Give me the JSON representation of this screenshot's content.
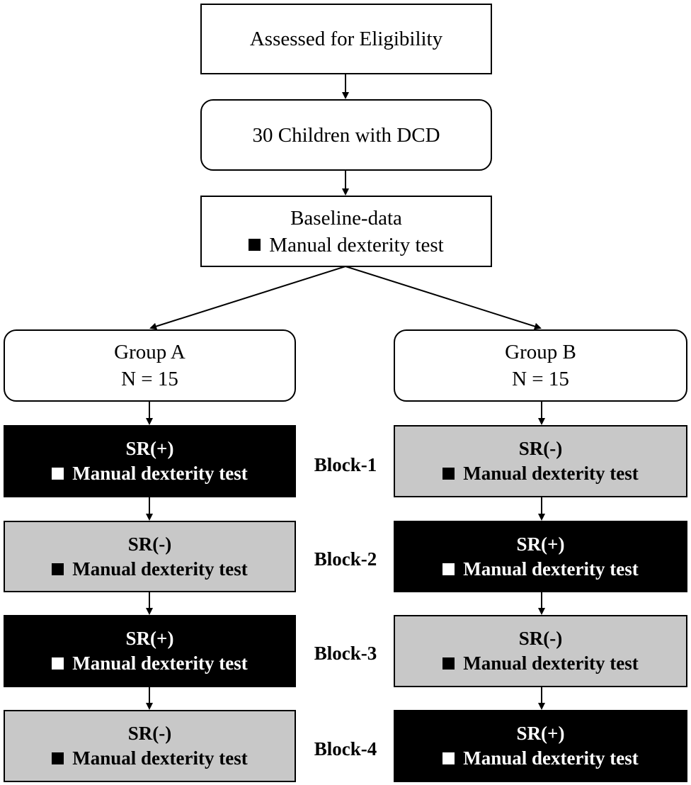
{
  "nodes": {
    "eligibility": "Assessed for Eligibility",
    "children": "30 Children with DCD",
    "baseline_title": "Baseline-data",
    "baseline_item": "Manual dexterity test",
    "group_a_title": "Group A",
    "group_a_n": "N = 15",
    "group_b_title": "Group B",
    "group_b_n": "N = 15"
  },
  "blocks": [
    {
      "label": "Block-1",
      "a_condition": "SR(+)",
      "b_condition": "SR(-)",
      "test": "Manual dexterity test"
    },
    {
      "label": "Block-2",
      "a_condition": "SR(-)",
      "b_condition": "SR(+)",
      "test": "Manual dexterity test"
    },
    {
      "label": "Block-3",
      "a_condition": "SR(+)",
      "b_condition": "SR(-)",
      "test": "Manual dexterity test"
    },
    {
      "label": "Block-4",
      "a_condition": "SR(-)",
      "b_condition": "SR(+)",
      "test": "Manual dexterity test"
    }
  ],
  "colors": {
    "sr_positive_fill": "#000000",
    "sr_negative_fill": "#c8c8c8"
  }
}
